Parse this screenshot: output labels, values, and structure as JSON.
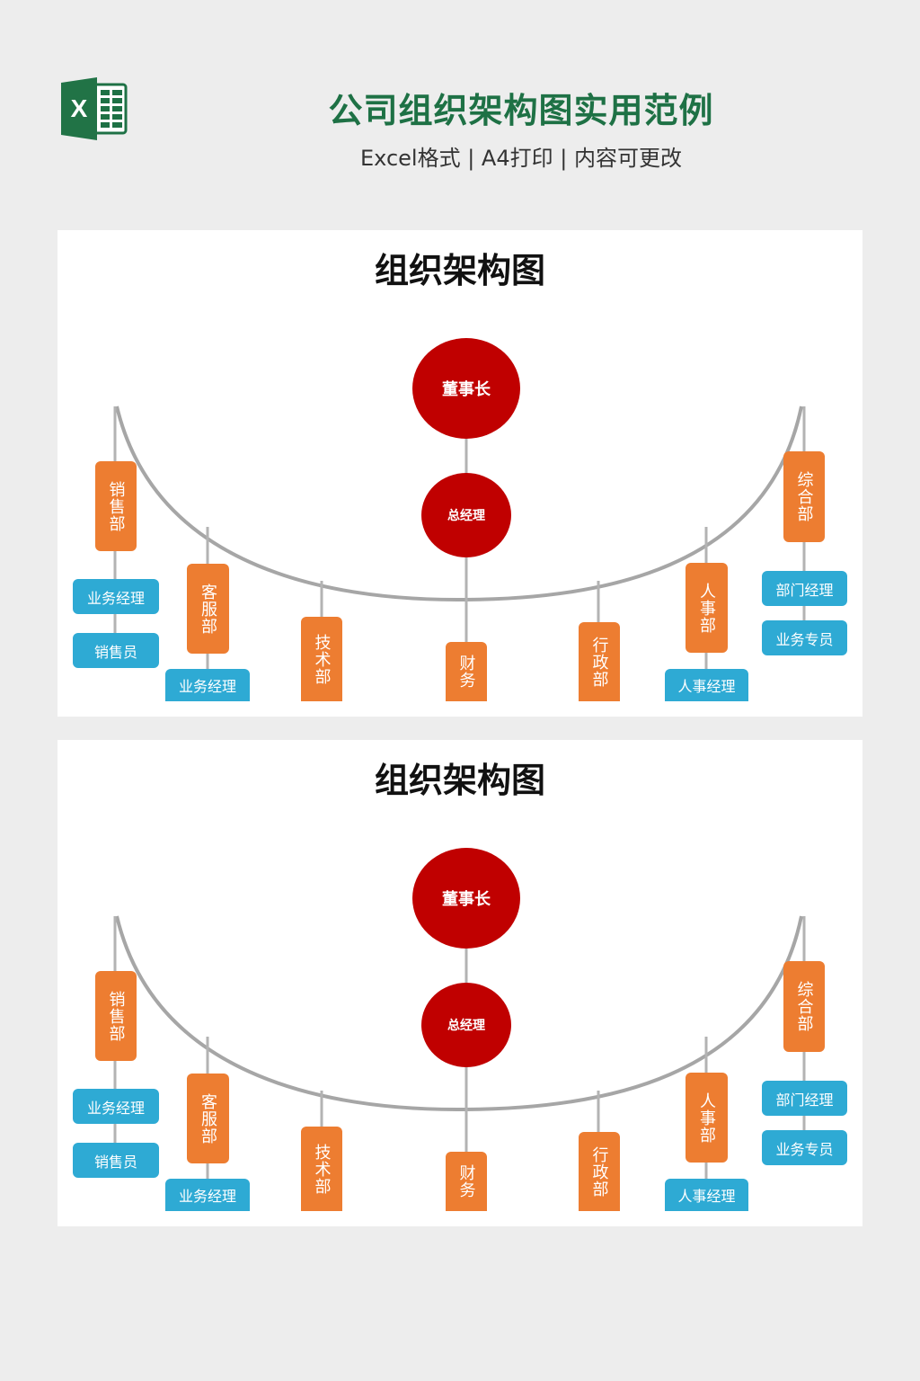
{
  "header": {
    "logo_icon": "excel-icon",
    "logo_letter": "X",
    "title": "公司组织架构图实用范例",
    "subtitle": "Excel格式 | A4打印 | 内容可更改"
  },
  "colors": {
    "title_green": "#1e7145",
    "executive_red": "#c00000",
    "department_orange": "#ed7d31",
    "role_blue": "#2eaad4",
    "connector_gray": "#b3b3b3"
  },
  "charts": [
    {
      "title": "组织架构图",
      "chairman": "董事长",
      "general_manager": "总经理",
      "departments": [
        {
          "name": "销售部",
          "roles": [
            "业务经理",
            "销售员"
          ]
        },
        {
          "name": "客服部",
          "roles": [
            "业务经理"
          ]
        },
        {
          "name": "技术部",
          "roles": []
        },
        {
          "name": "财务",
          "roles": []
        },
        {
          "name": "行政部",
          "roles": []
        },
        {
          "name": "人事部",
          "roles": [
            "人事经理"
          ]
        },
        {
          "name": "综合部",
          "roles": [
            "部门经理",
            "业务专员"
          ]
        }
      ]
    },
    {
      "title": "组织架构图",
      "chairman": "董事长",
      "general_manager": "总经理",
      "departments": [
        {
          "name": "销售部",
          "roles": [
            "业务经理",
            "销售员"
          ]
        },
        {
          "name": "客服部",
          "roles": [
            "业务经理"
          ]
        },
        {
          "name": "技术部",
          "roles": []
        },
        {
          "name": "财务",
          "roles": []
        },
        {
          "name": "行政部",
          "roles": []
        },
        {
          "name": "人事部",
          "roles": [
            "人事经理"
          ]
        },
        {
          "name": "综合部",
          "roles": [
            "部门经理",
            "业务专员"
          ]
        }
      ]
    }
  ]
}
